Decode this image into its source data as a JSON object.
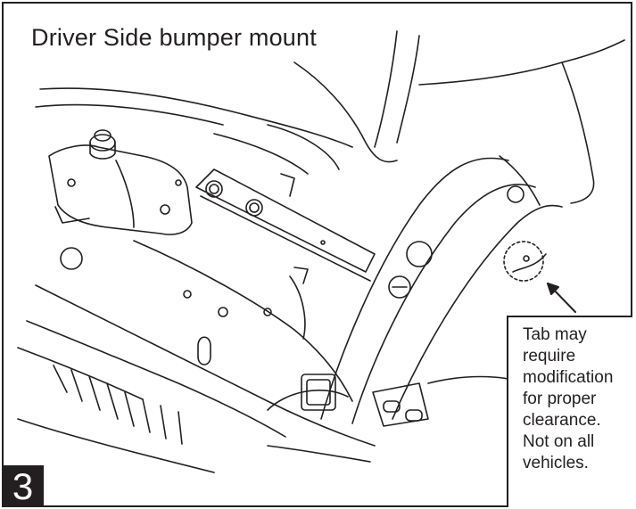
{
  "title": "Driver Side bumper mount",
  "step_number": "3",
  "callout_lines": [
    "Tab may",
    "require",
    "modification",
    "for proper",
    "clearance.",
    "Not on all",
    "vehicles."
  ],
  "colors": {
    "line": "#231f20",
    "background": "#ffffff"
  }
}
